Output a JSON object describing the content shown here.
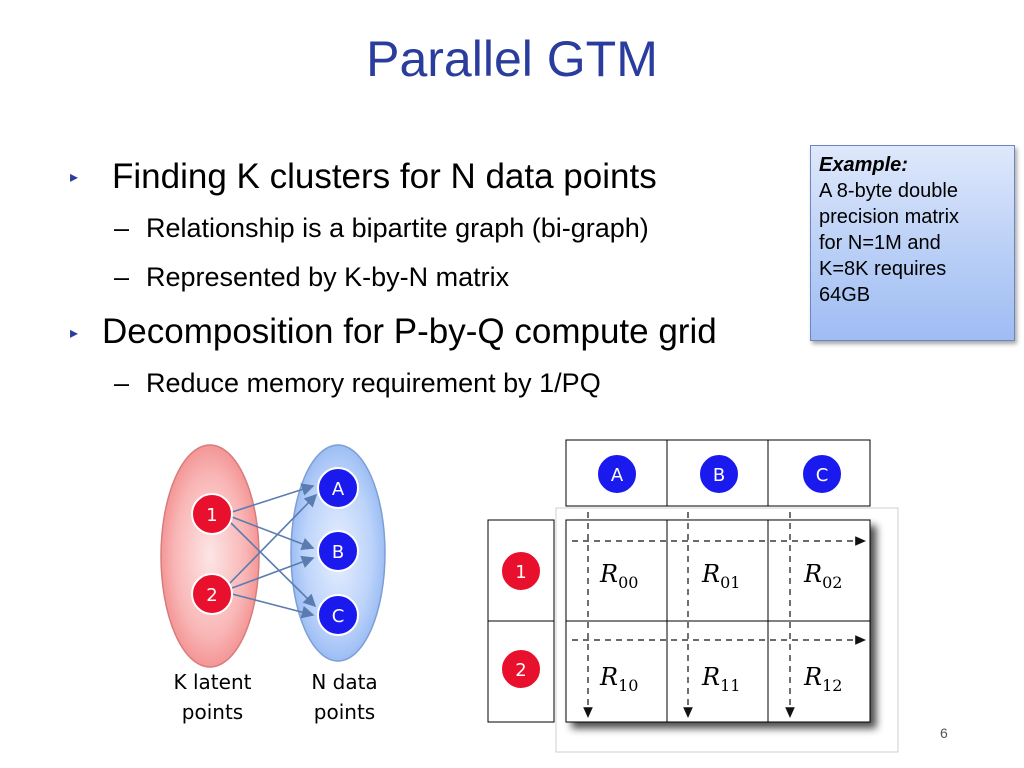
{
  "slide": {
    "title": "Parallel GTM",
    "page_number": "6"
  },
  "bullets": [
    {
      "text": "Finding K clusters for N data points",
      "subs": [
        "Relationship is a bipartite graph (bi-graph)",
        "Represented by K-by-N matrix"
      ]
    },
    {
      "text": "Decomposition for P-by-Q compute grid",
      "subs": [
        "Reduce memory requirement by 1/PQ"
      ]
    }
  ],
  "sub_marker": "–",
  "example_box": {
    "heading": "Example:",
    "lines": [
      "A 8-byte double",
      "precision matrix",
      "for N=1M and",
      "K=8K requires",
      "64GB"
    ]
  },
  "bigraph": {
    "latent_nodes": [
      "1",
      "2"
    ],
    "data_nodes": [
      "A",
      "B",
      "C"
    ],
    "latent_label_lines": [
      "K latent",
      "points"
    ],
    "data_label_lines": [
      "N data",
      "points"
    ]
  },
  "grid": {
    "column_headers": [
      "A",
      "B",
      "C"
    ],
    "row_headers": [
      "1",
      "2"
    ],
    "cells": [
      [
        {
          "base": "R",
          "sub": "00"
        },
        {
          "base": "R",
          "sub": "01"
        },
        {
          "base": "R",
          "sub": "02"
        }
      ],
      [
        {
          "base": "R",
          "sub": "10"
        },
        {
          "base": "R",
          "sub": "11"
        },
        {
          "base": "R",
          "sub": "12"
        }
      ]
    ]
  },
  "colors": {
    "title": "#2b3d9c",
    "red_node": "#e8102c",
    "blue_node": "#1a1aef",
    "latent_ellipse": "#f79a9a",
    "data_ellipse": "#a9c6f5"
  }
}
